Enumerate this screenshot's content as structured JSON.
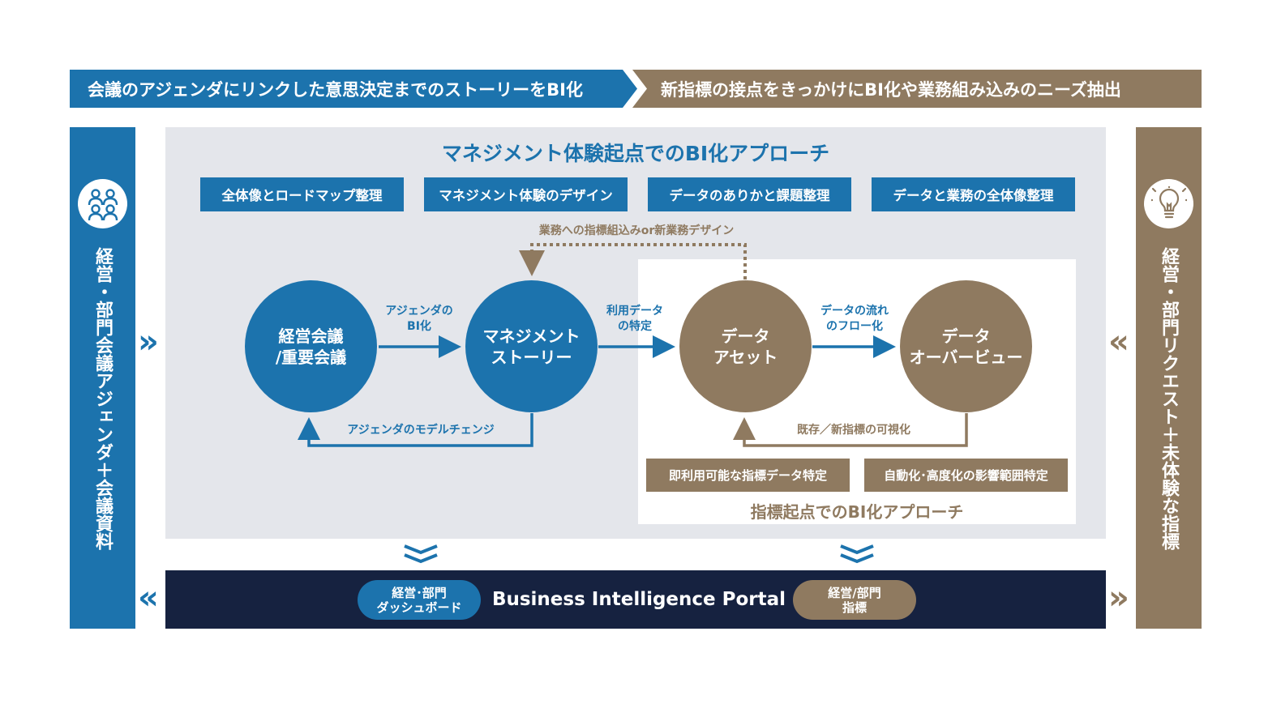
{
  "colors": {
    "blue": "#1c73ad",
    "brown": "#8f7a60",
    "navy": "#162240",
    "panel": "#e4e6eb"
  },
  "banner": {
    "left": "会議のアジェンダにリンクした意思決定までのストーリーをBI化",
    "right": "新指標の接点をきっかけにBI化や業務組み込みのニーズ抽出"
  },
  "side_left": {
    "icon": "people-meeting-icon",
    "text": "経営・部門会議アジェンダ＋会議資料"
  },
  "side_right": {
    "icon": "lightbulb-icon",
    "text": "経営・部門リクエスト＋未体験な指標"
  },
  "main": {
    "title": "マネジメント体験起点でのBI化アプローチ",
    "chips": [
      "全体像とロードマップ整理",
      "マネジメント体験のデザイン",
      "データのありかと課題整理",
      "データと業務の全体像整理"
    ]
  },
  "nodes": [
    {
      "lines": [
        "経営会議",
        "/重要会議"
      ]
    },
    {
      "lines": [
        "マネジメント",
        "ストーリー"
      ]
    },
    {
      "lines": [
        "データ",
        "アセット"
      ]
    },
    {
      "lines": [
        "データ",
        "オーバービュー"
      ]
    }
  ],
  "edges": {
    "agenda_bi": [
      "アジェンダの",
      "BI化"
    ],
    "data_usage": [
      "利用データ",
      "の特定"
    ],
    "data_flow": [
      "データの流れ",
      "のフロー化"
    ],
    "model_change": "アジェンダのモデルチェンジ",
    "embed_design": "業務への指標組込みor新業務デザイン",
    "visualize": "既存／新指標の可視化"
  },
  "metric": {
    "chips": [
      "即利用可能な指標データ特定",
      "自動化･高度化の影響範囲特定"
    ],
    "title": "指標起点でのBI化アプローチ"
  },
  "portal": {
    "title": "Business Intelligence Portal",
    "left_pill": [
      "経営･部門",
      "ダッシュボード"
    ],
    "right_pill": [
      "経営/部門",
      "指標"
    ]
  }
}
